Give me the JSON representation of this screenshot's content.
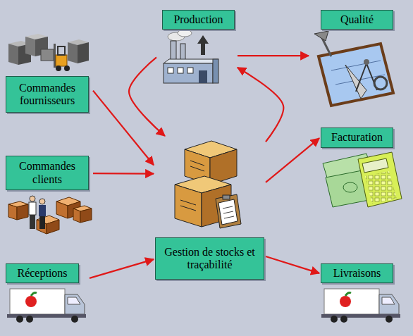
{
  "diagram": {
    "nodes": [
      {
        "text": [
          "Production"
        ]
      },
      {
        "text": [
          "Qualité"
        ]
      },
      {
        "text": [
          "Commandes fournisseurs"
        ]
      },
      {
        "text": [
          "Facturation"
        ]
      },
      {
        "text": [
          "Commandes clients"
        ]
      },
      {
        "text": [
          "Gestion de stocks et traçabilité"
        ]
      },
      {
        "text": [
          "Réceptions"
        ]
      },
      {
        "text": [
          "Livraisons"
        ]
      }
    ],
    "edges": [
      {
        "from": 2,
        "to": 5,
        "arrow": "to"
      },
      {
        "from": 4,
        "to": 5,
        "arrow": "to"
      },
      {
        "from": 6,
        "to": 5,
        "arrow": "to"
      },
      {
        "from": 5,
        "to": 7,
        "arrow": "to"
      },
      {
        "from": 5,
        "to": 3,
        "arrow": "to"
      },
      {
        "from": 0,
        "to": 1,
        "arrow": "to"
      },
      {
        "from": 0,
        "to": 5,
        "arrow": "to"
      },
      {
        "from": 5,
        "to": 0,
        "arrow": "to"
      }
    ]
  }
}
